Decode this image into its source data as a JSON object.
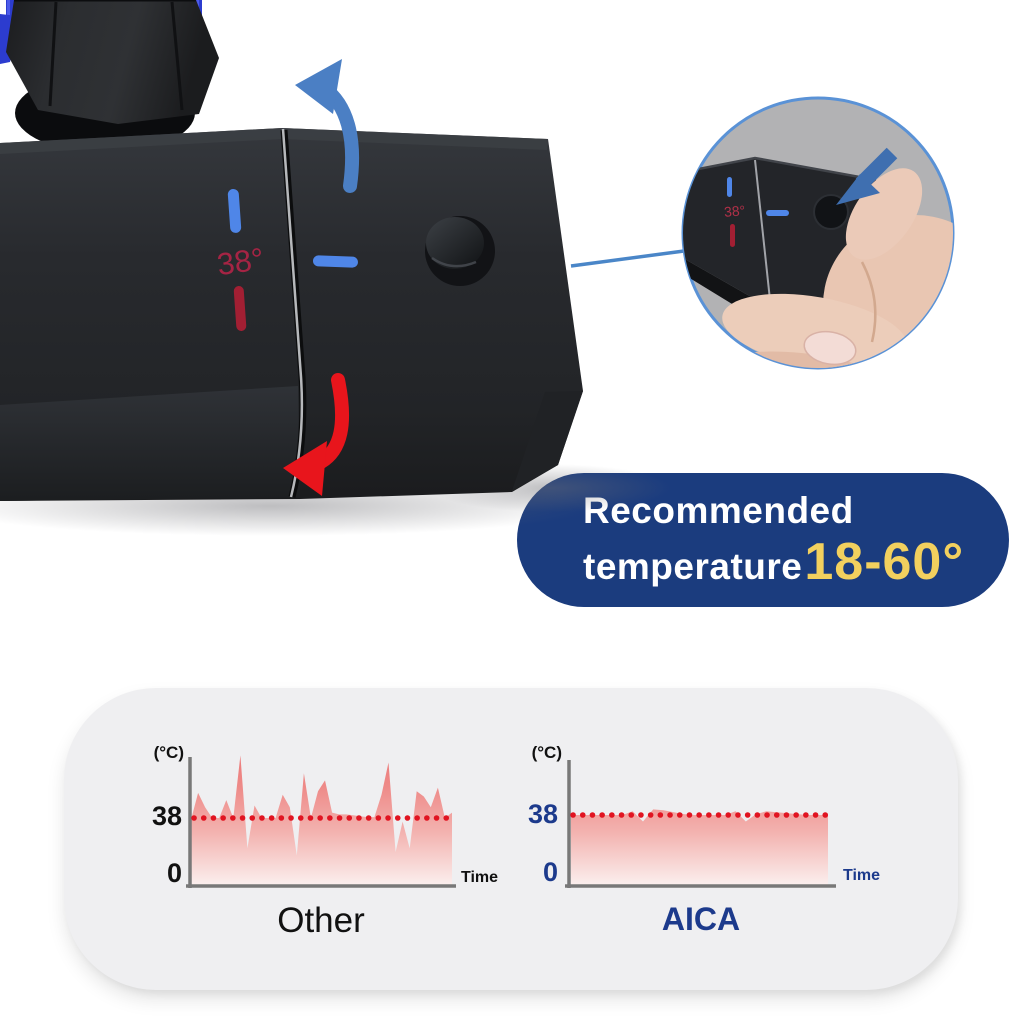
{
  "product": {
    "temp_marking": "38°",
    "inset_temp_marking": "38°"
  },
  "banner": {
    "line1": "Recommended",
    "line2_prefix": "temperature",
    "range": "18-60°"
  },
  "icons": {
    "blue_arrow": "rotate-counterclockwise-cold-arrow",
    "red_arrow": "rotate-clockwise-hot-arrow",
    "press_arrow": "press-safety-button-arrow"
  },
  "colors": {
    "banner_bg": "#1b3c7e",
    "range_yellow": "#f2d05e",
    "hot_red": "#e8151c",
    "cold_blue": "#4b7fc4",
    "navy_text": "#1c3a8c",
    "dotted_red": "#e11421",
    "panel_bg": "#efeff1",
    "knob_blue": "#2c3ccf",
    "faucet_black": "#26282b"
  },
  "chart_data": [
    {
      "type": "area",
      "title": "Other",
      "ylabel": "(°C)",
      "xlabel": "Time",
      "yticks": [
        "38",
        "0"
      ],
      "reference_line": 38,
      "ylim": [
        0,
        73
      ],
      "grid": false,
      "label_color": "#111111",
      "values": [
        37,
        52,
        44,
        38,
        38,
        48,
        38,
        73,
        21,
        45,
        38,
        38,
        38,
        51,
        44,
        17,
        63,
        38,
        53,
        59,
        41,
        40,
        40,
        39.5,
        39,
        38.5,
        38.5,
        51,
        69,
        19,
        36,
        21,
        53,
        50,
        44,
        55,
        38,
        41
      ]
    },
    {
      "type": "area",
      "title": "AICA",
      "ylabel": "(°C)",
      "xlabel": "Time",
      "yticks": [
        "38",
        "0"
      ],
      "reference_line": 38,
      "ylim": [
        0,
        73
      ],
      "grid": false,
      "label_color": "#1c3a8c",
      "values": [
        38,
        38,
        38,
        38,
        38,
        38,
        40,
        34.5,
        41,
        40.5,
        39.5,
        38.5,
        38,
        38,
        38,
        38,
        40,
        34.5,
        38.5,
        40,
        39.5,
        39,
        38.5,
        38,
        38,
        38
      ]
    }
  ]
}
